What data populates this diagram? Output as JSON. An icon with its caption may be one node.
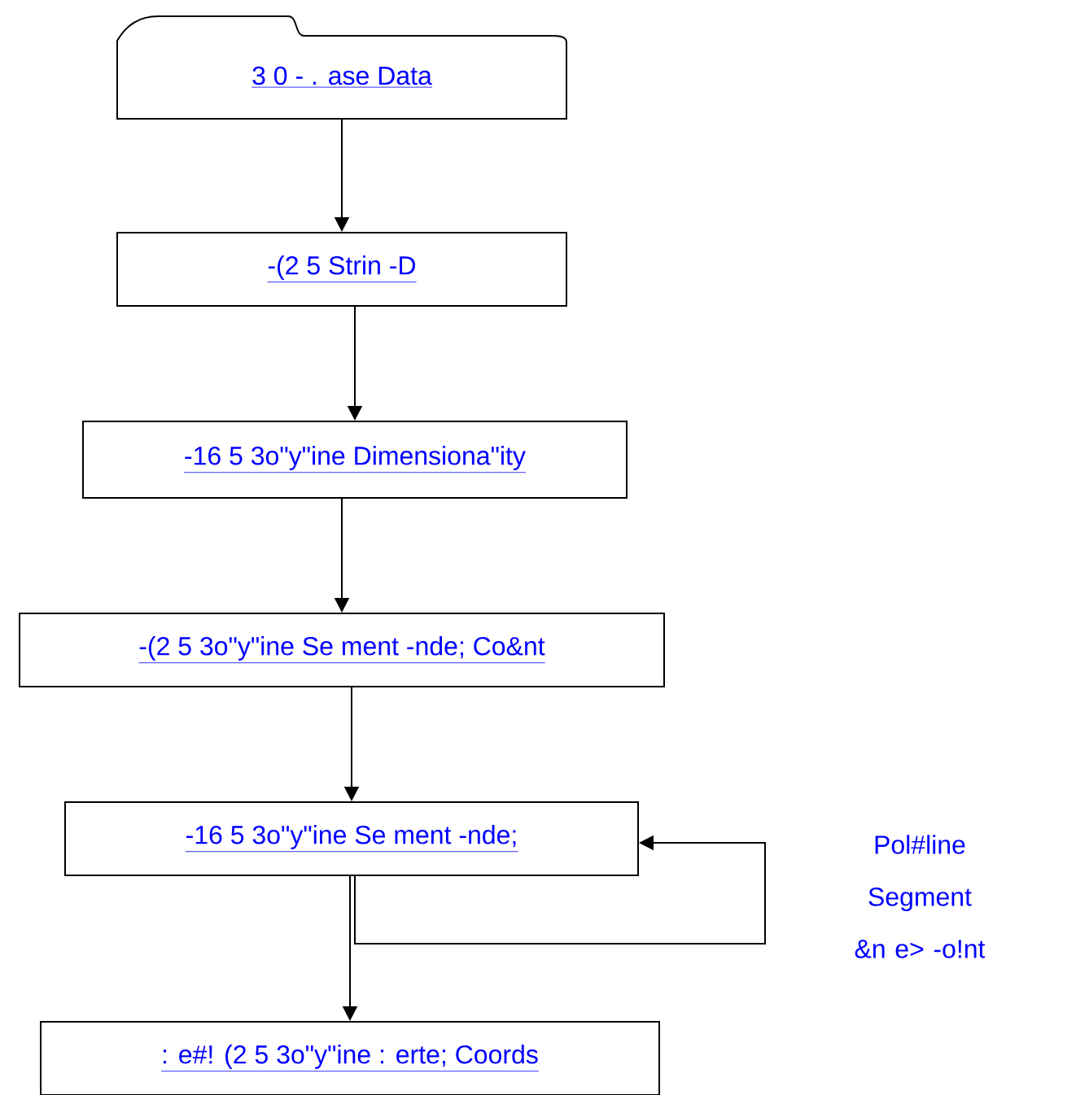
{
  "diagram": {
    "nodes": [
      {
        "text": [
          "3 0 - . ase Data"
        ]
      },
      {
        "text": [
          "-(2 5 Strin -D"
        ]
      },
      {
        "text": [
          "-16 5 3o\"y\"ine Dimensiona\"ity"
        ]
      },
      {
        "text": [
          "-(2 5 3o\"y\"ine Se ment -nde; Co&nt"
        ]
      },
      {
        "text": [
          "-16 5 3o\"y\"ine Se ment -nde;"
        ]
      },
      {
        "text": [
          ": e#! (2 5 3o\"y\"ine : erte; Coords"
        ]
      }
    ],
    "edges": [
      {
        "from": 0,
        "to": 1,
        "arrow": "to"
      },
      {
        "from": 1,
        "to": 2,
        "arrow": "to"
      },
      {
        "from": 2,
        "to": 3,
        "arrow": "to"
      },
      {
        "from": 3,
        "to": 4,
        "arrow": "to"
      },
      {
        "from": 4,
        "to": 5,
        "arrow": "to"
      },
      {
        "from": 4,
        "to": 4,
        "arrow": "to",
        "label": "Pol#line Segment &n e> -o!nt"
      }
    ]
  }
}
